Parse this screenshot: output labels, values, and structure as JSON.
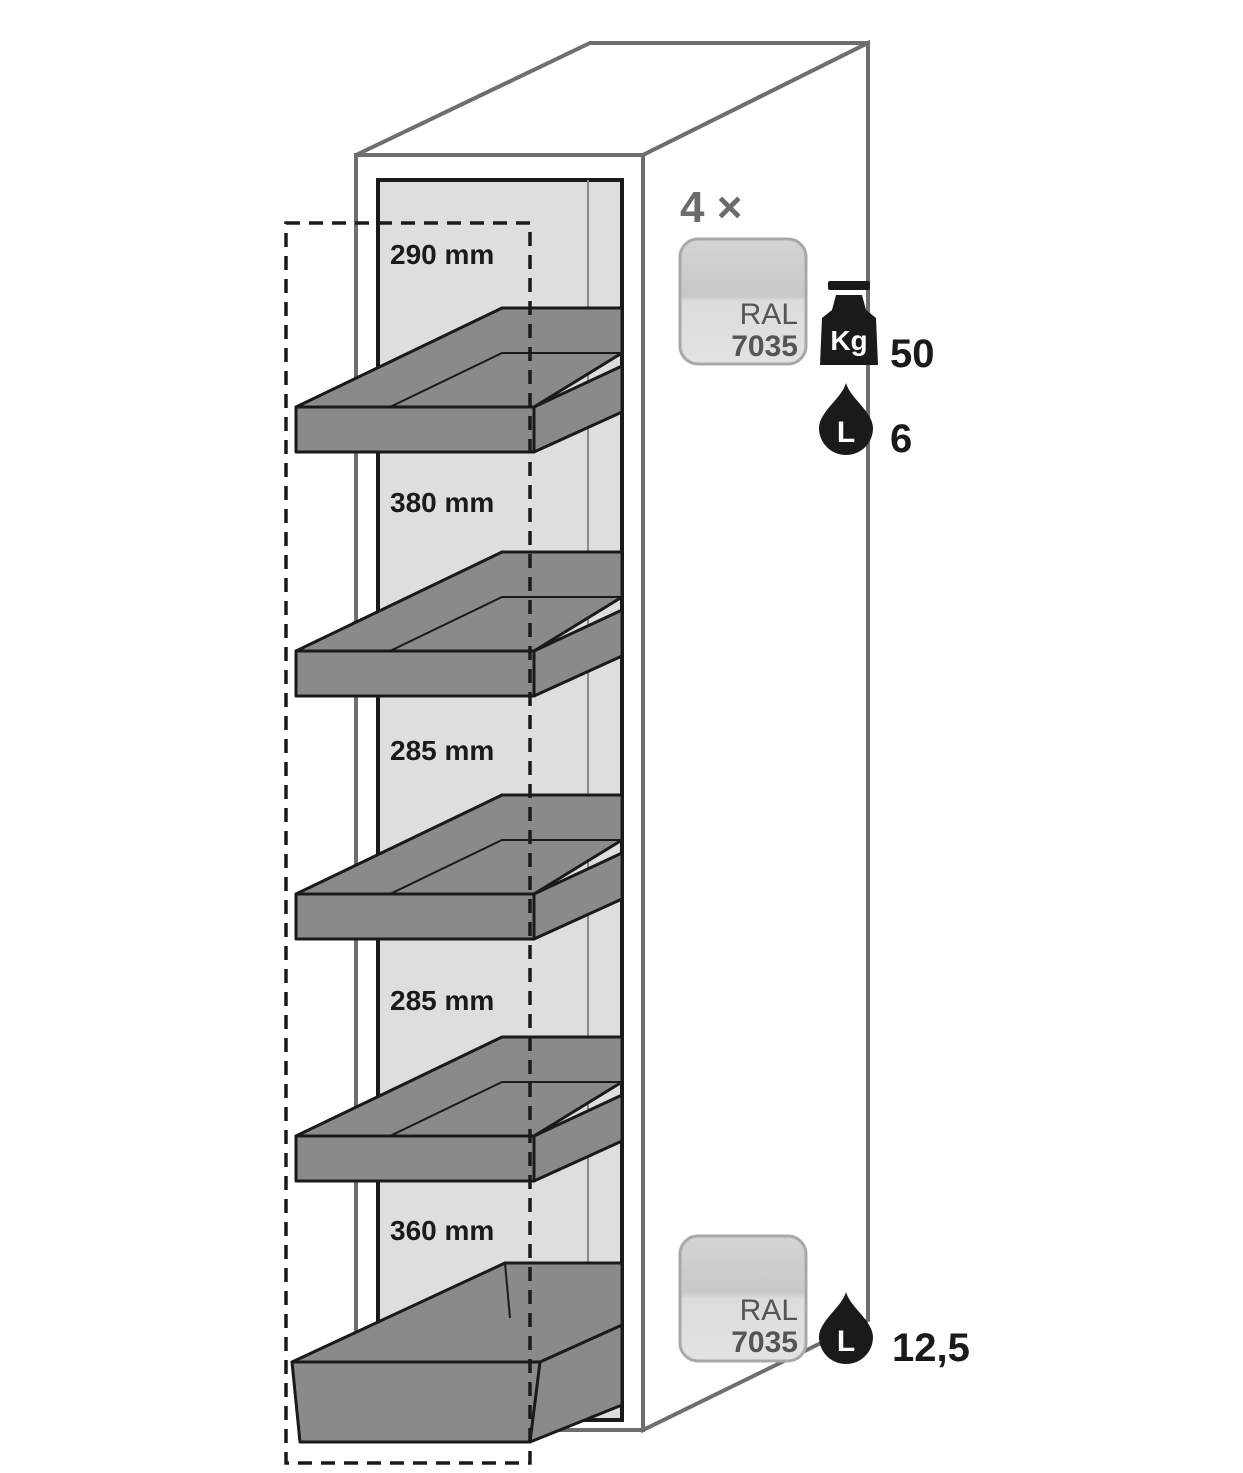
{
  "diagram": {
    "shelf_gaps": [
      {
        "label": "290 mm"
      },
      {
        "label": "380 mm"
      },
      {
        "label": "285 mm"
      },
      {
        "label": "285 mm"
      },
      {
        "label": "360 mm"
      }
    ],
    "shelf_count_label": "4 ×",
    "color_swatch_top": {
      "line1": "RAL",
      "line2": "7035"
    },
    "color_swatch_bottom": {
      "line1": "RAL",
      "line2": "7035"
    },
    "weight_icon": {
      "text": "Kg",
      "value": "50"
    },
    "shelf_capacity_icon": {
      "text": "L",
      "value": "6"
    },
    "sump_capacity_icon": {
      "text": "L",
      "value": "12,5"
    },
    "colors": {
      "outline": "#6e6e6e",
      "inner_panel": "#dedede",
      "shelf": "#8a8a8a",
      "swatch": "#cfcfcf",
      "icon": "#1a1a1a"
    }
  }
}
